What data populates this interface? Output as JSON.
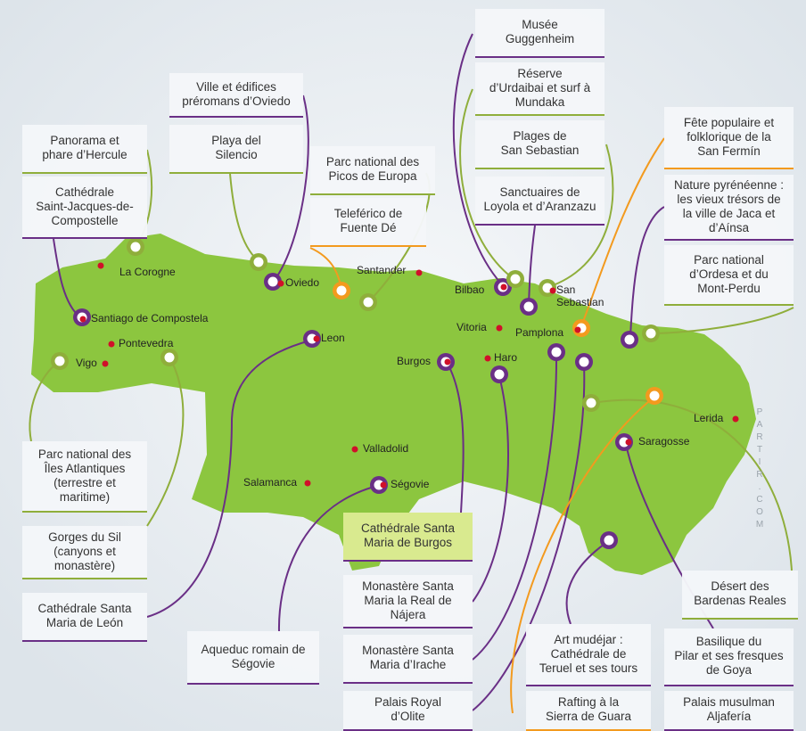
{
  "colors": {
    "land": "#8cc63f",
    "sea": "#eef2f6",
    "purple": "#6a2f86",
    "green": "#8fae3b",
    "orange": "#f39a1e",
    "city_dot": "#d0102a"
  },
  "cities": [
    {
      "name": "La Corogne"
    },
    {
      "name": "Oviedo"
    },
    {
      "name": "Santander"
    },
    {
      "name": "Bilbao"
    },
    {
      "name": "San\nSebastian"
    },
    {
      "name": "Santiago de Compostela"
    },
    {
      "name": "Pontevedra"
    },
    {
      "name": "Vigo"
    },
    {
      "name": "Leon"
    },
    {
      "name": "Vitoria"
    },
    {
      "name": "Pamplona"
    },
    {
      "name": "Burgos"
    },
    {
      "name": "Haro"
    },
    {
      "name": "Lerida"
    },
    {
      "name": "Saragosse"
    },
    {
      "name": "Valladolid"
    },
    {
      "name": "Salamanca"
    },
    {
      "name": "Ségovie"
    }
  ],
  "labels": [
    {
      "id": "guggenheim",
      "text": "Musée\nGuggenheim",
      "color": "purple"
    },
    {
      "id": "urdaibai",
      "text": "Réserve\nd’Urdaibai et surf à\nMundaka",
      "color": "green"
    },
    {
      "id": "sansebastian",
      "text": "Plages de\nSan Sebastian",
      "color": "green"
    },
    {
      "id": "loyola",
      "text": "Sanctuaires de\nLoyola et d’Aranzazu",
      "color": "purple"
    },
    {
      "id": "oviedo",
      "text": "Ville et édifices\npréromans d’Oviedo",
      "color": "purple"
    },
    {
      "id": "silencio",
      "text": "Playa del\nSilencio",
      "color": "green"
    },
    {
      "id": "hercule",
      "text": "Panorama et\nphare d’Hercule",
      "color": "green"
    },
    {
      "id": "compostelle",
      "text": "Cathédrale\nSaint-Jacques-de-\nCompostelle",
      "color": "purple"
    },
    {
      "id": "picos",
      "text": "Parc national des\nPicos de Europa",
      "color": "green"
    },
    {
      "id": "fuentede",
      "text": "Teleférico de\nFuente Dé",
      "color": "orange"
    },
    {
      "id": "fermin",
      "text": "Fête populaire et\nfolklorique de la\nSan Fermín",
      "color": "orange"
    },
    {
      "id": "jaca",
      "text": "Nature pyrénéenne :\nles vieux trésors de\nla ville de Jaca et\nd’Aínsa",
      "color": "purple"
    },
    {
      "id": "ordesa",
      "text": "Parc national\nd’Ordesa et du\nMont-Perdu",
      "color": "green"
    },
    {
      "id": "atlantiques",
      "text": "Parc national des\nÎles Atlantiques\n(terrestre et\nmaritime)",
      "color": "green"
    },
    {
      "id": "sil",
      "text": "Gorges du Sil\n(canyons et\nmonastère)",
      "color": "green"
    },
    {
      "id": "leon",
      "text": "Cathédrale Santa\nMaria de León",
      "color": "purple"
    },
    {
      "id": "segovie",
      "text": "Aqueduc romain de\nSégovie",
      "color": "purple"
    },
    {
      "id": "burgos",
      "text": "Cathédrale Santa\nMaria de Burgos",
      "color": "purple",
      "highlight": true
    },
    {
      "id": "najera",
      "text": "Monastère Santa\nMaria la Real de\nNájera",
      "color": "purple"
    },
    {
      "id": "irache",
      "text": "Monastère Santa\nMaria d’Irache",
      "color": "purple"
    },
    {
      "id": "olite",
      "text": "Palais Royal\nd’Olite",
      "color": "purple"
    },
    {
      "id": "bardenas",
      "text": "Désert des\nBardenas Reales",
      "color": "green"
    },
    {
      "id": "teruel",
      "text": "Art mudéjar :\nCathédrale de\nTeruel et ses tours",
      "color": "purple"
    },
    {
      "id": "pilar",
      "text": "Basilique du\nPilar et ses fresques\nde Goya",
      "color": "purple"
    },
    {
      "id": "rafting",
      "text": "Rafting à la\nSierra de Guara",
      "color": "orange"
    },
    {
      "id": "aljaferia",
      "text": "Palais musulman\nAljafería",
      "color": "purple"
    }
  ],
  "watermark": "PARTIR.COM"
}
